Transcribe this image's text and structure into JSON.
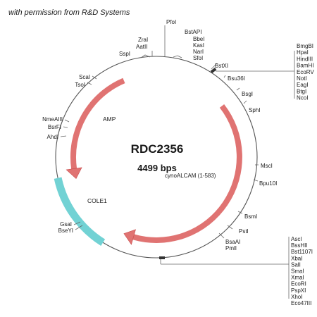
{
  "credit": "with permission from R&D Systems",
  "plasmid": {
    "name": "RDC2356",
    "size": "4499 bps"
  },
  "feature_labels": {
    "amp": "AMP",
    "cole1": "COLE1",
    "insert": "cynoALCAM (1-583)"
  },
  "sites": {
    "pfoi": "PfoI",
    "zrai": "ZraI",
    "aatii": "AatII",
    "sspi": "SspI",
    "bstapi": "BstAPI",
    "bbei": "BbeI",
    "kasi": "KasI",
    "nari": "NarI",
    "sfoi": "SfoI",
    "bstxi": "BstXI",
    "bsu36i": "Bsu36I",
    "bsgi": "BsgI",
    "sphi": "SphI",
    "msci": "MscI",
    "bpu10i": "Bpu10I",
    "bsmi": "BsmI",
    "psti": "PstI",
    "bsaai": "BsaAI",
    "pmli": "PmlI",
    "scai": "ScaI",
    "tsoi": "TsoI",
    "nmeaiii": "NmeAIII",
    "bsrfi": "BsrFI",
    "ahdi": "AhdI",
    "gsai": "GsaI",
    "bseyi": "BseYI"
  },
  "upper_mcs": [
    "BmgBI",
    "HpaI",
    "HindIII",
    "BamHI",
    "EcoRV",
    "NotI",
    "EagI",
    "BtgI",
    "NcoI"
  ],
  "lower_mcs": [
    "AscI",
    "BssHII",
    "Bst1107I",
    "XbaI",
    "SalI",
    "SmaI",
    "XmaI",
    "EcoRI",
    "PspXI",
    "XhoI",
    "Eco47III"
  ],
  "colors": {
    "arrow": "#e07372",
    "arrow_edge": "#c94b4b",
    "cole1": "#72d2d4",
    "cole1_edge": "#3fb0b3",
    "line": "#666666"
  }
}
